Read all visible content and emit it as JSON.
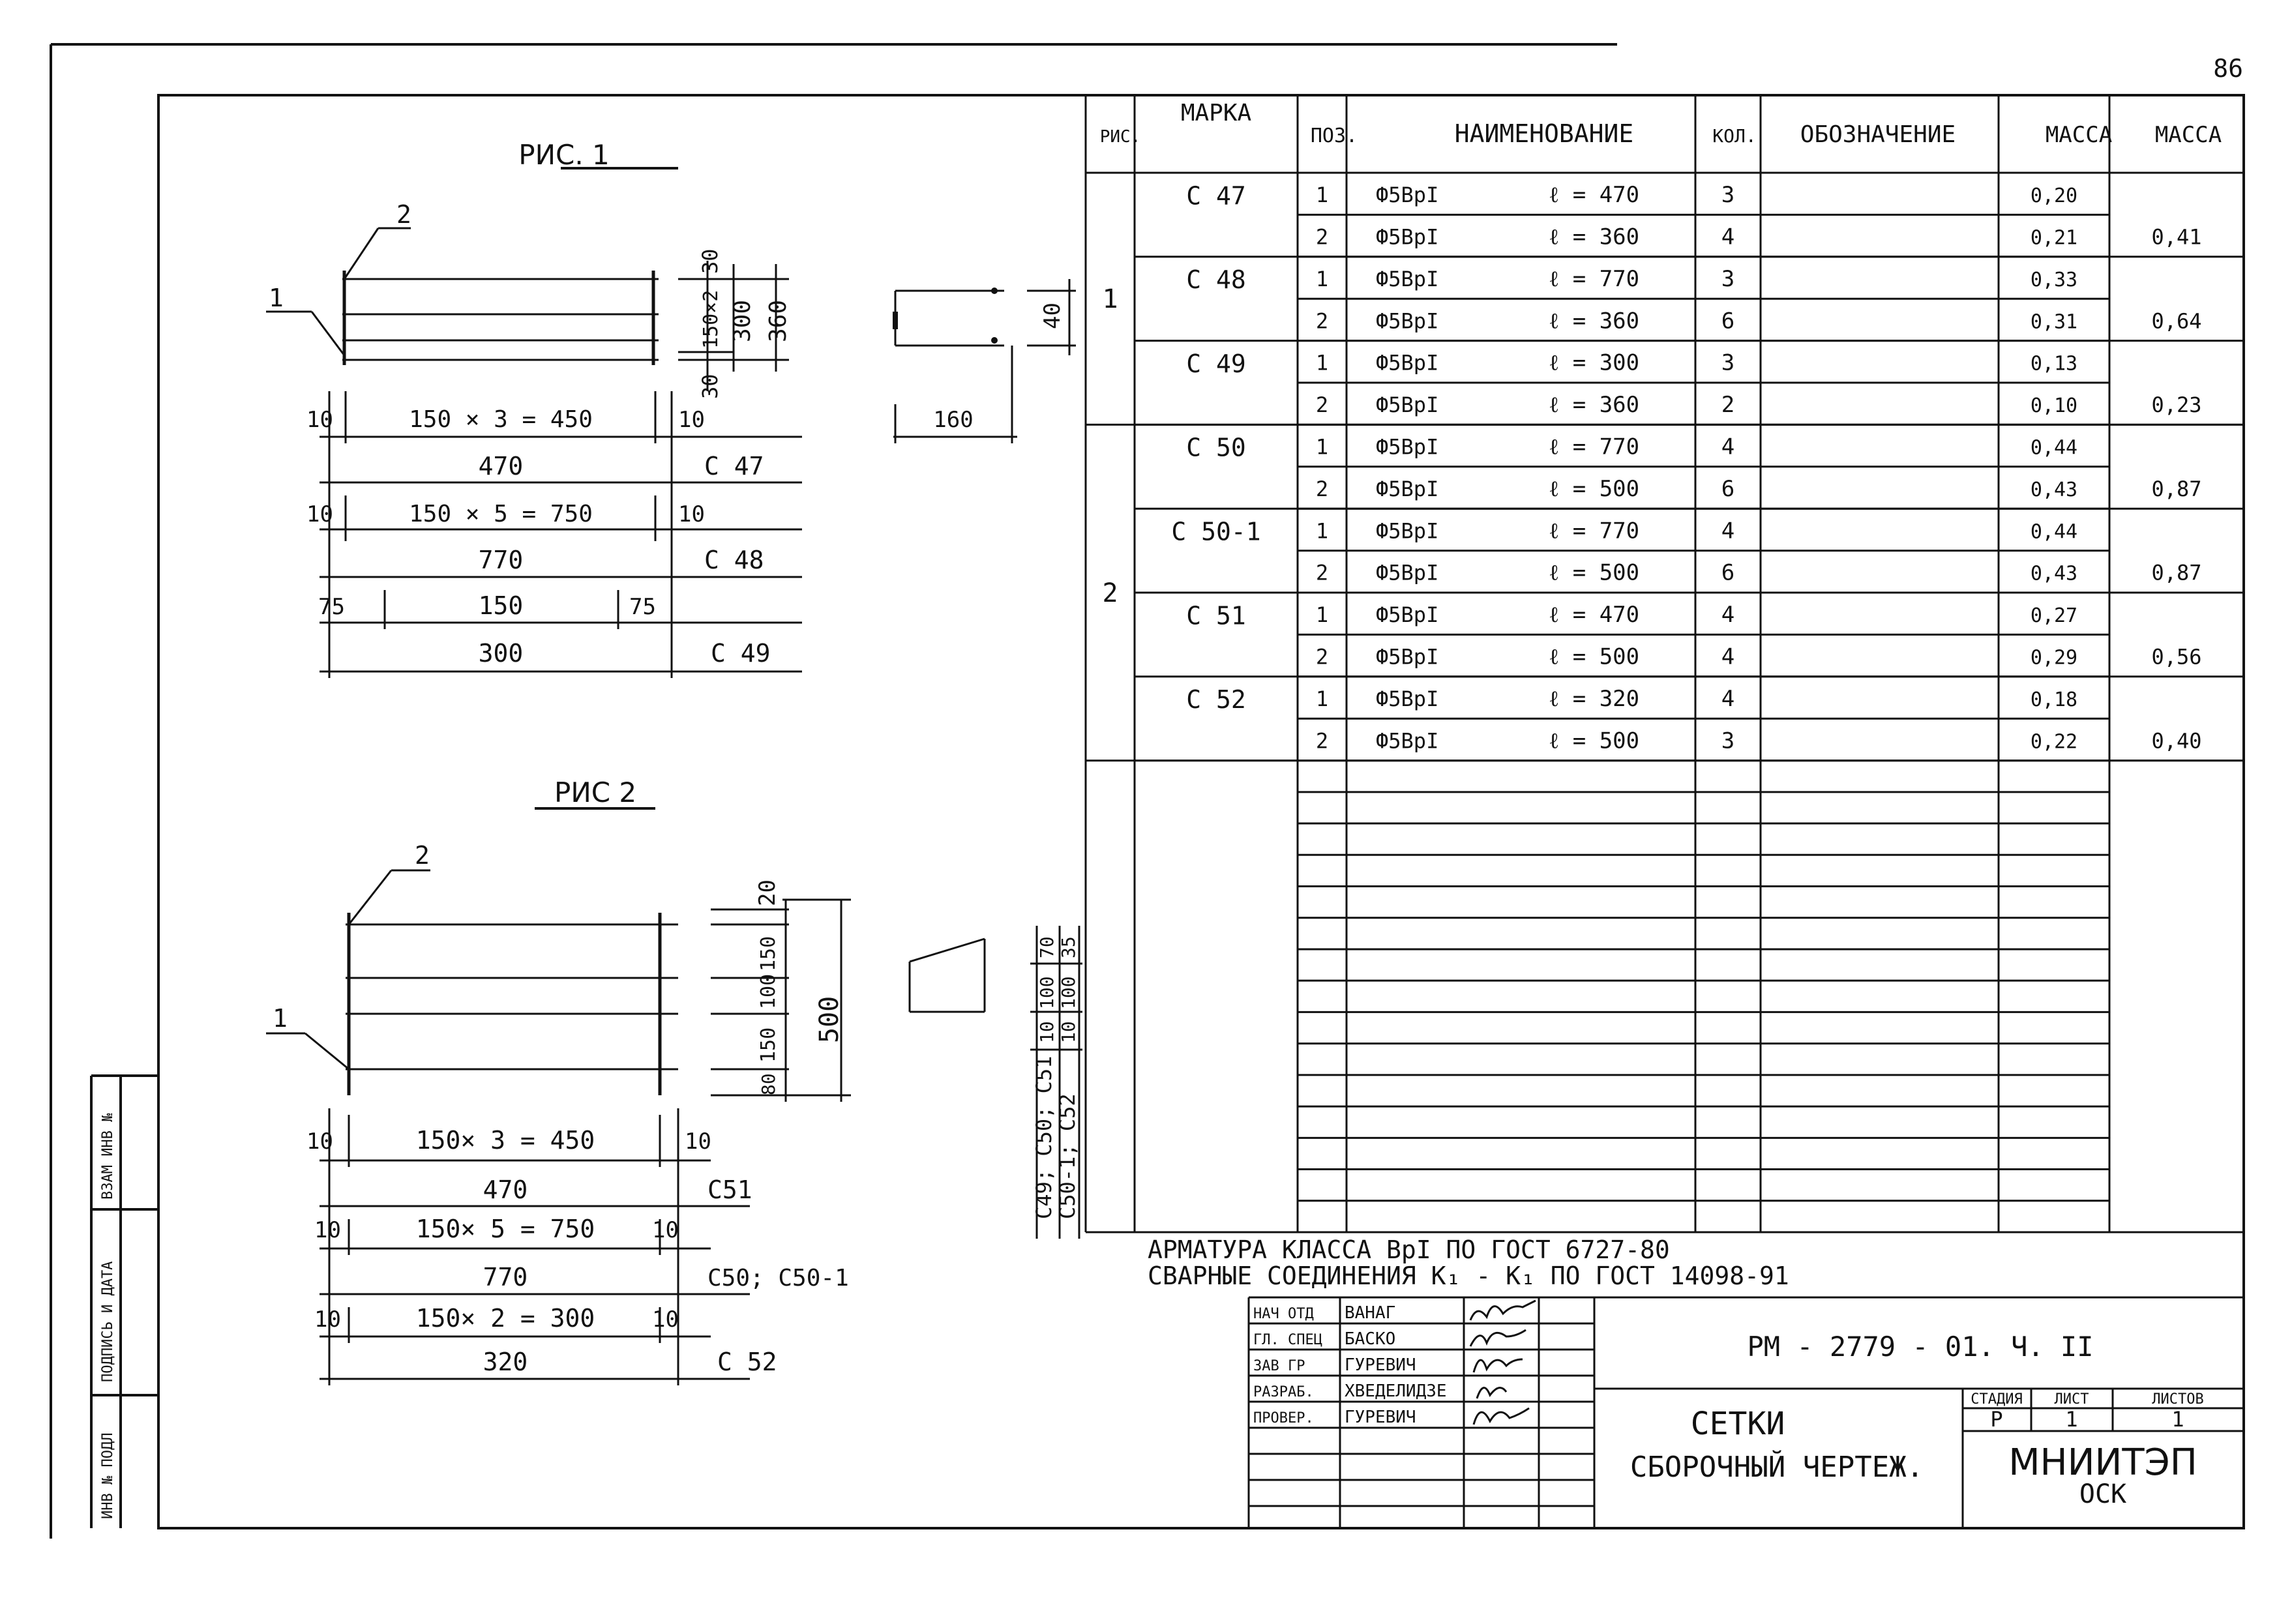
{
  "page_number": "86",
  "fig1": {
    "title": "РИС. 1",
    "pos1": "1",
    "pos2": "2",
    "vdims": [
      "30",
      "150×2",
      "300",
      "30",
      "360"
    ],
    "section_dim_h": "160",
    "section_dim_v": "40",
    "row1": {
      "side_left": "10",
      "main": "150 × 3 = 450",
      "side_right": "10",
      "total": "470",
      "mark": "С 47"
    },
    "row2": {
      "side_left": "10",
      "main": "150 × 5 = 750",
      "side_right": "10",
      "total": "770",
      "mark": "С 48"
    },
    "row3": {
      "side_left": "75",
      "main": "150",
      "side_right": "75",
      "total": "300",
      "mark": "С 49"
    }
  },
  "fig2": {
    "title": "РИС 2",
    "pos1": "1",
    "pos2": "2",
    "vdims": [
      "20",
      "150",
      "100",
      "150",
      "80"
    ],
    "vtotal": "500",
    "sec_dims": [
      "70",
      "35",
      "100",
      "100",
      "10",
      "10"
    ],
    "sec_marks_a": "С49; С50; С51",
    "sec_marks_b": "С50-1; С52",
    "row1": {
      "side_left": "10",
      "main": "150× 3 = 450",
      "side_right": "10",
      "total": "470",
      "mark": "С51"
    },
    "row2": {
      "side_left": "10",
      "main": "150× 5 = 750",
      "side_right": "10",
      "total": "770",
      "mark": "С50; С50-1"
    },
    "row3": {
      "side_left": "10",
      "main": "150× 2 = 300",
      "side_right": "10",
      "total": "320",
      "mark": "С 52"
    }
  },
  "spec": {
    "headers": {
      "ris": "РИС.",
      "marka": "МАРКА",
      "poz": "ПОЗ.",
      "name": "НАИМЕНОВАНИЕ",
      "kol": "КОЛ.",
      "oboz": "ОБОЗНАЧЕНИЕ",
      "mass1": "МАССА",
      "mass2": "МАССА"
    },
    "groups": [
      {
        "ris": "1",
        "marks": [
          {
            "mark": "С 47",
            "total": "0,41",
            "rows": [
              {
                "poz": "1",
                "bar": "Ф5ВрI",
                "len": "ℓ = 470",
                "qty": "3",
                "mass": "0,20"
              },
              {
                "poz": "2",
                "bar": "Ф5ВрI",
                "len": "ℓ = 360",
                "qty": "4",
                "mass": "0,21"
              }
            ]
          },
          {
            "mark": "С 48",
            "total": "0,64",
            "rows": [
              {
                "poz": "1",
                "bar": "Ф5ВрI",
                "len": "ℓ = 770",
                "qty": "3",
                "mass": "0,33"
              },
              {
                "poz": "2",
                "bar": "Ф5ВрI",
                "len": "ℓ = 360",
                "qty": "6",
                "mass": "0,31"
              }
            ]
          },
          {
            "mark": "С 49",
            "total": "0,23",
            "rows": [
              {
                "poz": "1",
                "bar": "Ф5ВрI",
                "len": "ℓ = 300",
                "qty": "3",
                "mass": "0,13"
              },
              {
                "poz": "2",
                "bar": "Ф5ВрI",
                "len": "ℓ = 360",
                "qty": "2",
                "mass": "0,10"
              }
            ]
          }
        ]
      },
      {
        "ris": "2",
        "marks": [
          {
            "mark": "С 50",
            "total": "0,87",
            "rows": [
              {
                "poz": "1",
                "bar": "Ф5ВрI",
                "len": "ℓ = 770",
                "qty": "4",
                "mass": "0,44"
              },
              {
                "poz": "2",
                "bar": "Ф5ВрI",
                "len": "ℓ = 500",
                "qty": "6",
                "mass": "0,43"
              }
            ]
          },
          {
            "mark": "С 50-1",
            "total": "0,87",
            "rows": [
              {
                "poz": "1",
                "bar": "Ф5ВрI",
                "len": "ℓ = 770",
                "qty": "4",
                "mass": "0,44"
              },
              {
                "poz": "2",
                "bar": "Ф5ВрI",
                "len": "ℓ = 500",
                "qty": "6",
                "mass": "0,43"
              }
            ]
          },
          {
            "mark": "С 51",
            "total": "0,56",
            "rows": [
              {
                "poz": "1",
                "bar": "Ф5ВрI",
                "len": "ℓ = 470",
                "qty": "4",
                "mass": "0,27"
              },
              {
                "poz": "2",
                "bar": "Ф5ВрI",
                "len": "ℓ = 500",
                "qty": "4",
                "mass": "0,29"
              }
            ]
          },
          {
            "mark": "С 52",
            "total": "0,40",
            "rows": [
              {
                "poz": "1",
                "bar": "Ф5ВрI",
                "len": "ℓ = 320",
                "qty": "4",
                "mass": "0,18"
              },
              {
                "poz": "2",
                "bar": "Ф5ВрI",
                "len": "ℓ = 500",
                "qty": "3",
                "mass": "0,22"
              }
            ]
          }
        ]
      }
    ]
  },
  "notes": [
    "АРМАТУРА  КЛАССА  ВрI  ПО  ГОСТ 6727-80",
    "СВАРНЫЕ  СОЕДИНЕНИЯ  К₁ - К₁  ПО  ГОСТ 14098-91"
  ],
  "stamp": {
    "doc_code": "РМ - 2779 - 01. Ч. II",
    "roles": [
      {
        "role": "НАЧ ОТД",
        "name": "ВАНАГ"
      },
      {
        "role": "ГЛ. СПЕЦ",
        "name": "БАСКО"
      },
      {
        "role": "ЗАВ ГР",
        "name": "ГУРЕВИЧ"
      },
      {
        "role": "РАЗРАБ.",
        "name": "ХВЕДЕЛИДЗЕ"
      },
      {
        "role": "ПРОВЕР.",
        "name": "ГУРЕВИЧ"
      }
    ],
    "title1": "СЕТКИ",
    "title2": "СБОРОЧНЫЙ  ЧЕРТЕЖ.",
    "stage_label": "СТАДИЯ",
    "sheet_label": "ЛИСТ",
    "sheets_label": "ЛИСТОВ",
    "stage": "Р",
    "sheet": "1",
    "sheets": "1",
    "org": "МНИИТЭП",
    "dept": "ОСК"
  },
  "side_stamp": [
    "ИНВ № ПОДЛ",
    "ПОДПИСЬ И ДАТА",
    "ВЗАМ ИНВ №"
  ]
}
